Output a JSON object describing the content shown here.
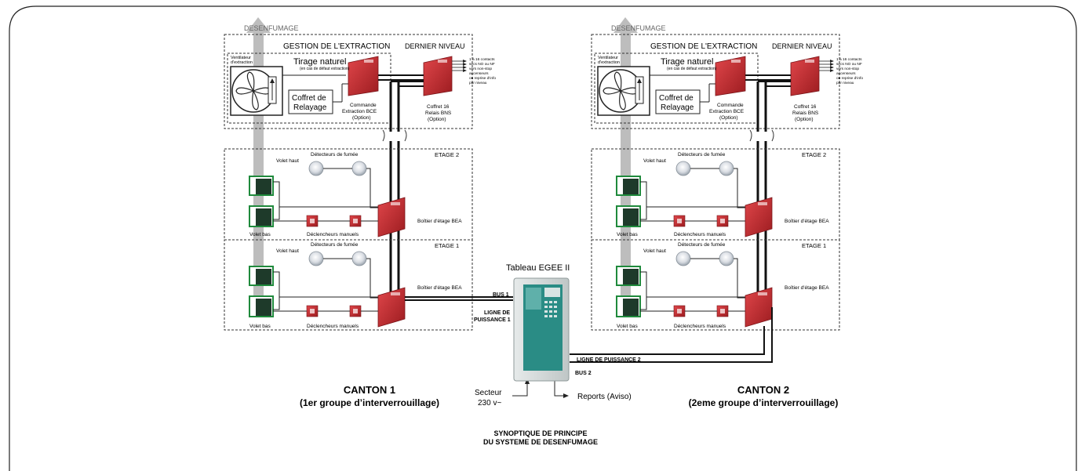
{
  "diagram": {
    "title_line1": "SYNOPTIQUE DE PRINCIPE",
    "title_line2": "DU SYSTEME DE DESENFUMAGE",
    "cantons": [
      {
        "name": "CANTON 1",
        "subtitle": "(1er groupe d’interverrouillage)",
        "desenfumage": "DESENFUMAGE",
        "gestion": "GESTION DE L'EXTRACTION",
        "dernier_niveau": "DERNIER NIVEAU",
        "ventilateur_1": "Ventilateur",
        "ventilateur_2": "d'extraction",
        "tirage": "Tirage naturel",
        "tirage_note": "(en cas de défaut extraction)",
        "coffret_relayage_1": "Coffret de",
        "coffret_relayage_2": "Relayage",
        "commande_1": "Commande",
        "commande_2": "Extraction BCE",
        "commande_3": "(Option)",
        "coffret16_1": "Coffret 16",
        "coffret16_2": "Relais BNS",
        "coffret16_3": "(Option)",
        "contacts": [
          "1 à 16 contacts",
          "secs NO ou NF",
          "vers non-stop",
          "ascenseurs",
          "ou reprise d'info",
          "par niveau"
        ],
        "etage2": "ETAGE 2",
        "etage1": "ETAGE 1",
        "detecteurs": "Détecteurs de fumée",
        "volet_haut": "Volet haut",
        "volet_bas": "Volet bas",
        "declencheurs": "Déclencheurs manuels",
        "boitier": "Boîtier d'étage BEA"
      },
      {
        "name": "CANTON 2",
        "subtitle": "(2eme groupe d’interverrouillage)",
        "desenfumage": "DESENFUMAGE",
        "gestion": "GESTION DE L'EXTRACTION",
        "dernier_niveau": "DERNIER NIVEAU",
        "ventilateur_1": "Ventilateur",
        "ventilateur_2": "d'extraction",
        "tirage": "Tirage naturel",
        "tirage_note": "(en cas de défaut extraction)",
        "coffret_relayage_1": "Coffret de",
        "coffret_relayage_2": "Relayage",
        "commande_1": "Commande",
        "commande_2": "Extraction BCE",
        "commande_3": "(Option)",
        "coffret16_1": "Coffret 16",
        "coffret16_2": "Relais BNS",
        "coffret16_3": "(Option)",
        "contacts": [
          "1 à 16 contacts",
          "secs NO ou NF",
          "vers non-stop",
          "ascenseurs",
          "ou reprise d'info",
          "par niveau"
        ],
        "etage2": "ETAGE 2",
        "etage1": "ETAGE 1",
        "detecteurs": "Détecteurs de fumée",
        "volet_haut": "Volet haut",
        "volet_bas": "Volet bas",
        "declencheurs": "Déclencheurs manuels",
        "boitier": "Boîtier d'étage BEA"
      }
    ],
    "tableau": "Tableau EGEE II",
    "bus1": "BUS 1",
    "bus2": "BUS 2",
    "ligne1_a": "LIGNE DE",
    "ligne1_b": "PUISSANCE 1",
    "ligne2": "LIGNE DE PUISSANCE 2",
    "secteur_1": "Secteur",
    "secteur_2": "230 v~",
    "reports": "Reports (Aviso)",
    "colors": {
      "red": "#c8282d",
      "red_dark": "#8e1a1e",
      "green": "#1f8a3c",
      "duct": "#bdbdbd",
      "panel_teal": "#2a8c85"
    }
  }
}
